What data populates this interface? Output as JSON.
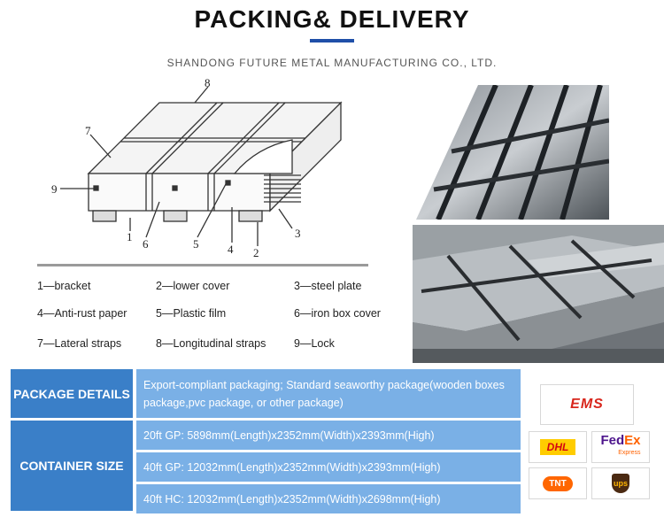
{
  "header": {
    "title": "PACKING& DELIVERY",
    "subtitle": "SHANDONG FUTURE METAL MANUFACTURING CO., LTD."
  },
  "diagram": {
    "callouts": [
      "1",
      "2",
      "3",
      "4",
      "5",
      "6",
      "7",
      "8",
      "9"
    ]
  },
  "legend": [
    "1—bracket",
    "2—lower cover",
    "3—steel plate",
    "4—Anti-rust paper",
    "5—Plastic film",
    "6—iron box cover",
    "7—Lateral straps",
    "8—Longitudinal straps",
    "9—Lock"
  ],
  "table": {
    "package_label": "PACKAGE DETAILS",
    "package_text": "Export-compliant packaging; Standard seaworthy package(wooden boxes package,pvc package, or other package)",
    "container_label": "CONTAINER SIZE",
    "container_rows": [
      "20ft GP: 5898mm(Length)x2352mm(Width)x2393mm(High)",
      "40ft GP: 12032mm(Length)x2352mm(Width)x2393mm(High)",
      "40ft HC: 12032mm(Length)x2352mm(Width)x2698mm(High)"
    ]
  },
  "carriers": {
    "ems": "EMS",
    "dhl": "DHL",
    "fedex_fe": "Fed",
    "fedex_ex": "Ex",
    "fedex_sub": "Express",
    "tnt": "TNT",
    "ups": "ups"
  },
  "colors": {
    "accent_blue": "#1f4fa8",
    "label_blue": "#3a7fc8",
    "cell_blue": "#7ab0e6"
  }
}
